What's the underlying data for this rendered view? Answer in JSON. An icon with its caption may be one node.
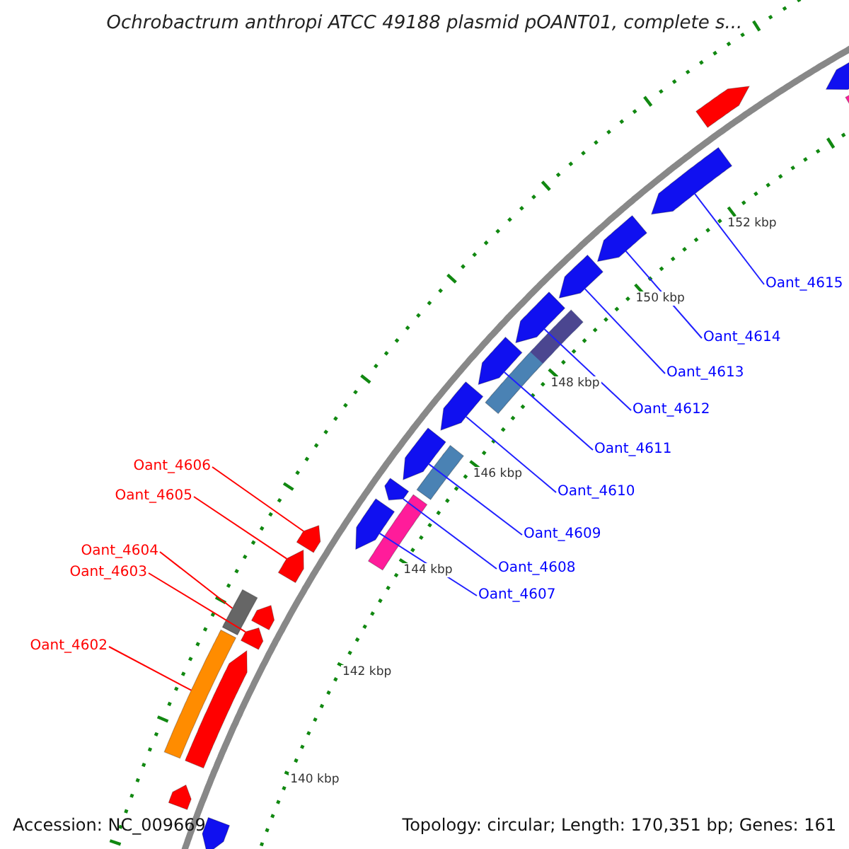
{
  "diagram": {
    "title": "Ochrobactrum anthropi ATCC 49188 plasmid pOANT01, complete s...",
    "nodes": [
      {
        "text": [
          "Oant_4615"
        ]
      },
      {
        "text": [
          "Oant_4614"
        ]
      },
      {
        "text": [
          "Oant_4613"
        ]
      },
      {
        "text": [
          "Oant_4612"
        ]
      },
      {
        "text": [
          "Oant_4611"
        ]
      },
      {
        "text": [
          "Oant_4606"
        ]
      },
      {
        "text": [
          "Oant_4610"
        ]
      },
      {
        "text": [
          "Oant_4605"
        ]
      },
      {
        "text": [
          "Oant_4609"
        ]
      },
      {
        "text": [
          "Oant_4608"
        ]
      },
      {
        "text": [
          "Oant_4604"
        ]
      },
      {
        "text": [
          "Oant_4603"
        ]
      },
      {
        "text": [
          "Oant_4607"
        ]
      },
      {
        "text": [
          "Oant_4602"
        ]
      },
      {
        "text": [],
        "shape": "arrow"
      },
      {
        "text": [],
        "shape": "arrow"
      },
      {
        "text": [],
        "shape": "bar"
      },
      {
        "text": [],
        "shape": "arrow"
      },
      {
        "text": [],
        "shape": "arrow"
      },
      {
        "text": [],
        "shape": "bar"
      },
      {
        "text": [],
        "shape": "arrow"
      },
      {
        "text": [],
        "shape": "arrow"
      },
      {
        "text": [],
        "shape": "arrow"
      },
      {
        "text": [],
        "shape": "bar"
      },
      {
        "text": [],
        "shape": "arrow"
      },
      {
        "text": [],
        "shape": "arrow"
      },
      {
        "text": [],
        "shape": "bar"
      },
      {
        "text": [],
        "shape": "arrow"
      },
      {
        "text": [],
        "shape": "arrow"
      },
      {
        "text": [],
        "shape": "bar"
      },
      {
        "text": [],
        "shape": "arrow"
      },
      {
        "text": [],
        "shape": "arrow"
      },
      {
        "text": [],
        "shape": "arrow"
      },
      {
        "text": [],
        "shape": "arrow"
      },
      {
        "text": [],
        "shape": "arrow"
      },
      {
        "text": [],
        "shape": "arrow"
      },
      {
        "text": [],
        "shape": "arrow"
      },
      {
        "text": [],
        "shape": "bar"
      }
    ],
    "edges": [
      {
        "from": 0,
        "to": 34,
        "arrow": "none"
      },
      {
        "from": 1,
        "to": 33,
        "arrow": "none"
      },
      {
        "from": 2,
        "to": 32,
        "arrow": "none"
      },
      {
        "from": 3,
        "to": 31,
        "arrow": "none"
      },
      {
        "from": 4,
        "to": 30,
        "arrow": "none"
      },
      {
        "from": 5,
        "to": 22,
        "arrow": "none",
        "color": "#ff0000"
      },
      {
        "from": 6,
        "to": 28,
        "arrow": "none"
      },
      {
        "from": 7,
        "to": 21,
        "arrow": "none",
        "color": "#ff0000"
      },
      {
        "from": 8,
        "to": 27,
        "arrow": "none"
      },
      {
        "from": 9,
        "to": 25,
        "arrow": "none"
      },
      {
        "from": 10,
        "to": 19,
        "arrow": "none",
        "color": "#ff0000"
      },
      {
        "from": 11,
        "to": 18,
        "arrow": "none",
        "color": "#ff0000"
      },
      {
        "from": 12,
        "to": 24,
        "arrow": "none"
      },
      {
        "from": 13,
        "to": 16,
        "arrow": "none",
        "color": "#ff0000"
      }
    ],
    "labels": [
      "140 kbp",
      "142 kbp",
      "144 kbp",
      "146 kbp",
      "148 kbp",
      "150 kbp",
      "152 kbp",
      "Accession: NC_009669",
      "Topology: circular; Length: 170,351 bp; Genes: 161"
    ]
  }
}
